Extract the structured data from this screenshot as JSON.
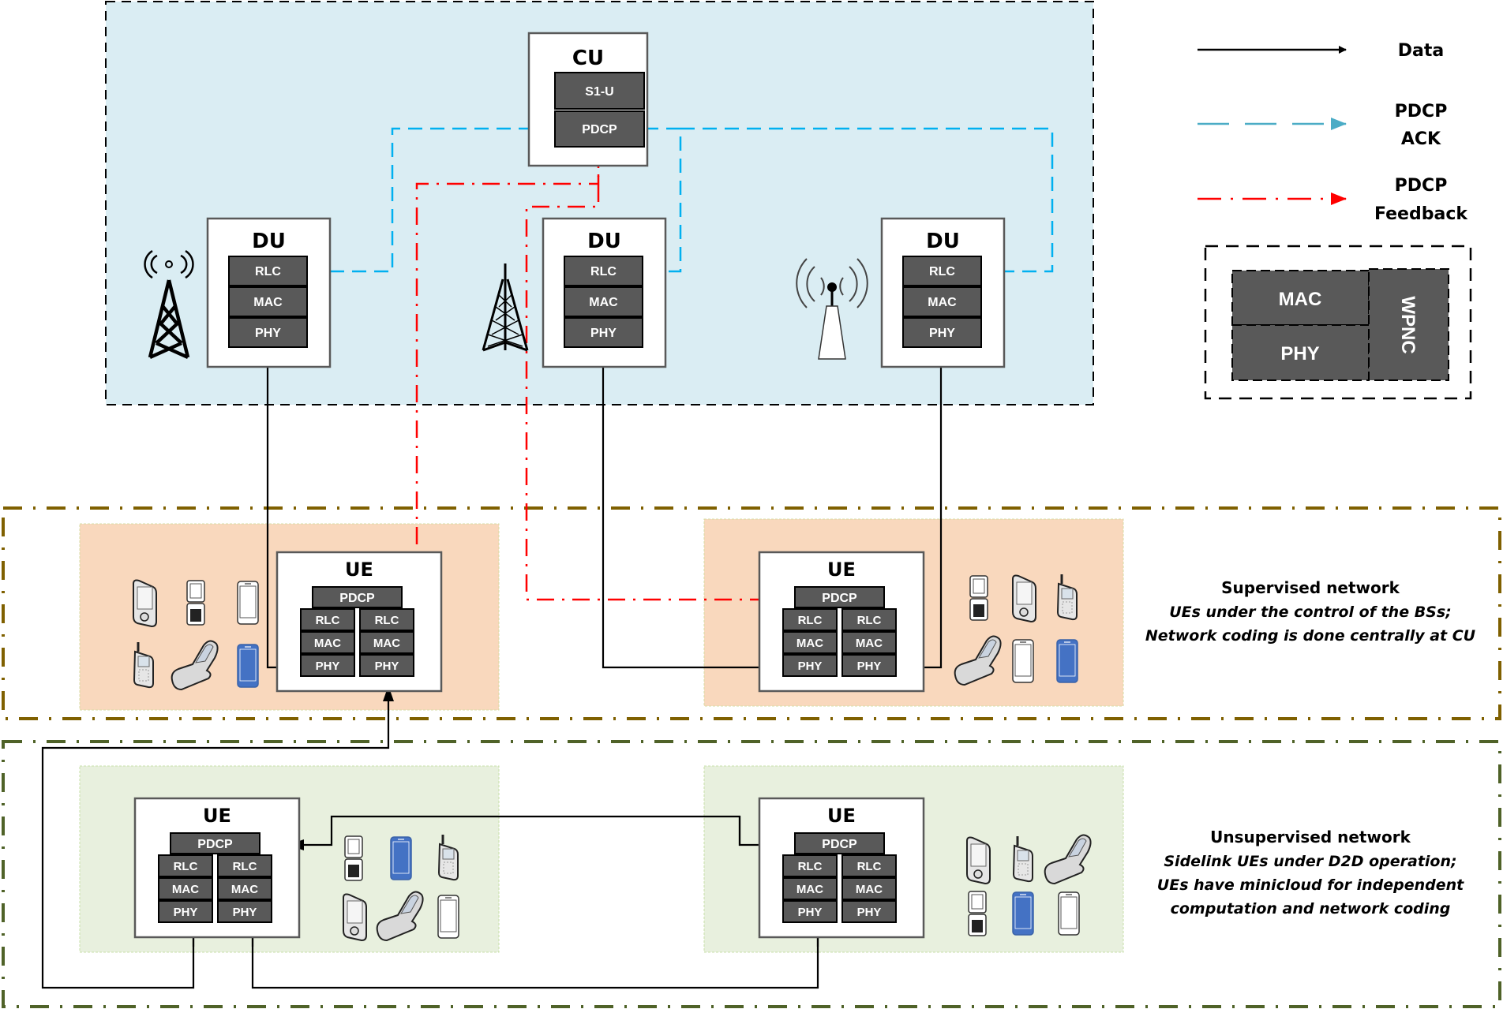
{
  "colors": {
    "data": "#000000",
    "pdcp_ack": "#00b0f0",
    "pdcp_feedback": "#ff0000",
    "cloud_bg": "#daedf3",
    "supervised_bg": "#f9d8bd",
    "unsupervised_bg": "#e8f0de",
    "supervised_border": "#7f6000",
    "unsupervised_border": "#4f6228",
    "block_fill": "#595959"
  },
  "cu": {
    "title": "CU",
    "layers": [
      "S1-U",
      "PDCP"
    ]
  },
  "du_nodes": [
    {
      "title": "DU",
      "layers": [
        "RLC",
        "MAC",
        "PHY"
      ],
      "antenna": "lattice-tower-icon"
    },
    {
      "title": "DU",
      "layers": [
        "RLC",
        "MAC",
        "PHY"
      ],
      "antenna": "radio-mast-icon"
    },
    {
      "title": "DU",
      "layers": [
        "RLC",
        "MAC",
        "PHY"
      ],
      "antenna": "wireless-antenna-icon"
    }
  ],
  "legend": {
    "items": [
      {
        "label_lines": [
          "Data"
        ],
        "style": "solid"
      },
      {
        "label_lines": [
          "PDCP",
          "ACK"
        ],
        "style": "dashed"
      },
      {
        "label_lines": [
          "PDCP",
          "Feedback"
        ],
        "style": "dash-dot"
      }
    ],
    "stack": {
      "top_left": "MAC",
      "bottom_left": "PHY",
      "side": "WPNC"
    }
  },
  "ue": {
    "title": "UE",
    "pdcp": "PDCP",
    "left_stack": [
      "RLC",
      "MAC",
      "PHY"
    ],
    "right_stack": [
      "RLC",
      "MAC",
      "PHY"
    ]
  },
  "supervised": {
    "heading": "Supervised network",
    "lines": [
      "UEs under the control of the BSs;",
      "Network coding is done centrally at CU"
    ]
  },
  "unsupervised": {
    "heading": "Unsupervised network",
    "lines": [
      "Sidelink UEs under D2D operation;",
      "UEs have minicloud for independent",
      "computation and network coding"
    ]
  },
  "device_groups": {
    "supervised_left": [
      "pda-phone-icon",
      "flip-phone-icon",
      "smartphone-white-icon",
      "cell-phone-antenna-icon",
      "slider-phone-icon",
      "smartphone-blue-icon"
    ],
    "supervised_right": [
      "flip-phone-icon",
      "pda-phone-icon",
      "cell-phone-antenna-icon",
      "slider-phone-icon",
      "smartphone-white-icon",
      "smartphone-blue-icon"
    ],
    "unsupervised_left": [
      "flip-phone-icon",
      "smartphone-blue-icon",
      "cell-phone-antenna-icon",
      "pda-phone-icon",
      "slider-phone-icon",
      "smartphone-white-icon"
    ],
    "unsupervised_right": [
      "pda-phone-icon",
      "cell-phone-antenna-icon",
      "slider-phone-icon",
      "flip-phone-icon",
      "smartphone-blue-icon",
      "smartphone-white-icon"
    ]
  }
}
